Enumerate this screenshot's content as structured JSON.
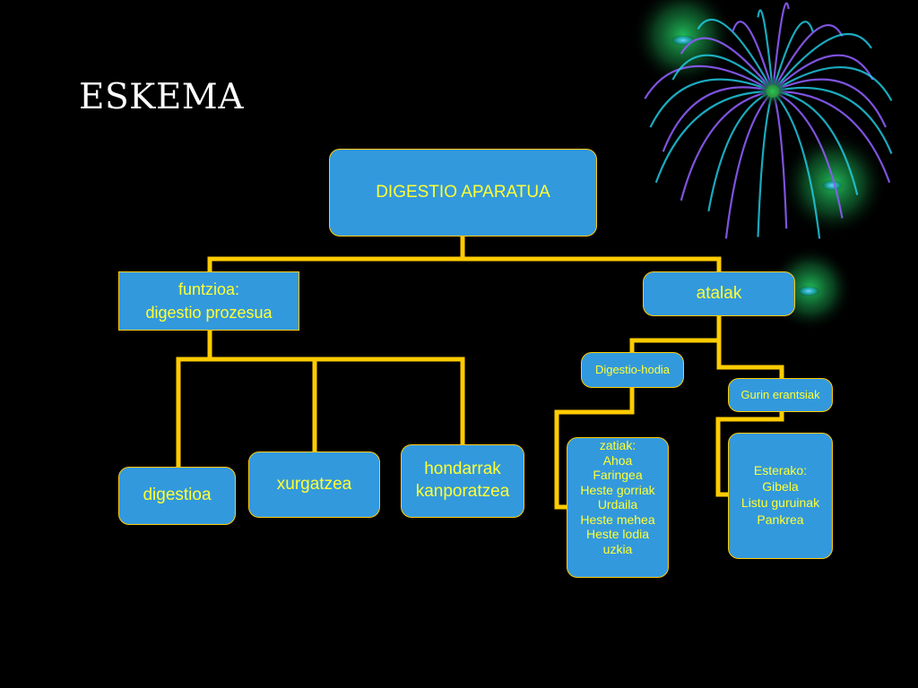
{
  "slide": {
    "title": "ESKEMA"
  },
  "colors": {
    "background": "#000000",
    "box_fill": "#3399dd",
    "box_text": "#ffff33",
    "connector": "#ffcc00",
    "title_text": "#ffffff"
  },
  "diagram": {
    "root": "DIGESTIO APARATUA",
    "funtzioa": "funtzioa:\ndigestio prozesua",
    "atalak": "atalak",
    "digestioa": "digestioa",
    "xurgatzea": "xurgatzea",
    "hondarrak": "hondarrak\nkanporatzea",
    "digestio_hodia": "Digestio-hodia",
    "gurin_erantsiak": "Gurin erantsiak",
    "zatiak": "zatiak:\nAhoa\nFaringea\nHeste gorriak\nUrdaila\nHeste mehea\nHeste lodia\nuzkia",
    "esterako": "Esterako:\nGibela\nListu guruinak\nPankrea"
  },
  "decoration": {
    "icon": "firework-burst-icon"
  }
}
